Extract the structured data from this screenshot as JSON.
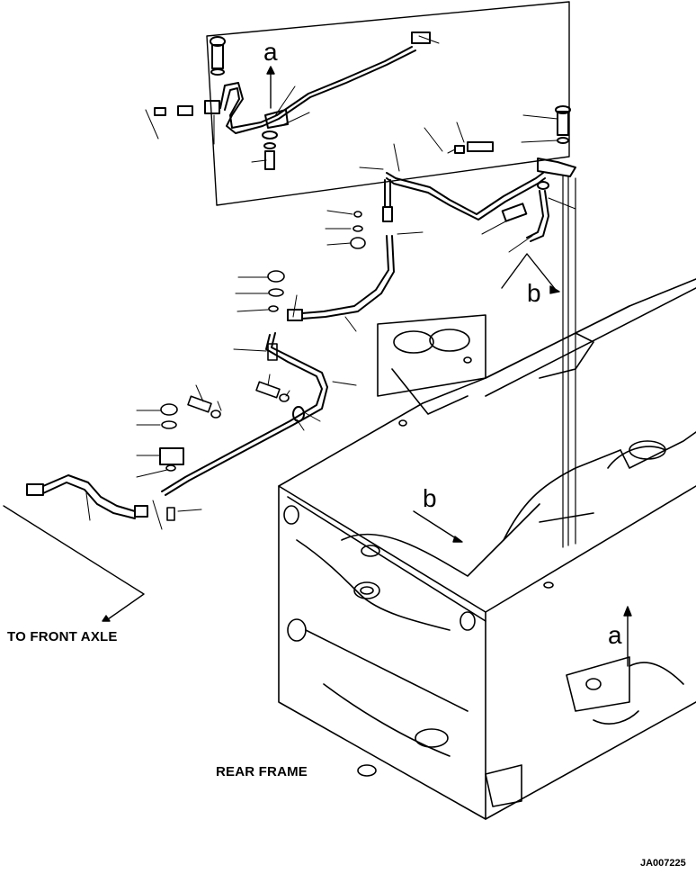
{
  "labels": {
    "to_front_axle": "TO FRONT AXLE",
    "rear_frame": "REAR FRAME",
    "ref_a_top": "a",
    "ref_a_bottom": "a",
    "ref_b_upper": "b",
    "ref_b_lower": "b",
    "drawing_code": "JA007225"
  }
}
